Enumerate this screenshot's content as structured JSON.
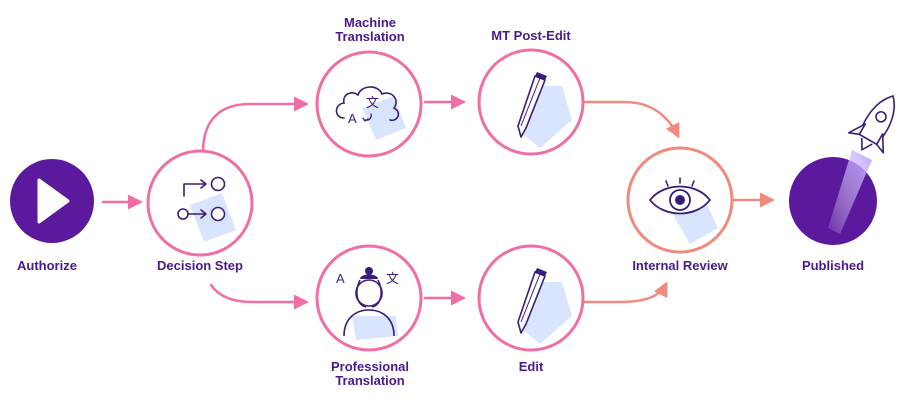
{
  "nodes": {
    "authorize": {
      "label": "Authorize",
      "icon": "play-icon"
    },
    "decision": {
      "label": "Decision Step",
      "icon": "branch-flow-icon"
    },
    "machine_translation": {
      "label": "Machine\nTranslation",
      "icon": "cloud-translate-icon"
    },
    "mt_post_edit": {
      "label": "MT Post-Edit",
      "icon": "pencil-icon"
    },
    "professional_translation": {
      "label": "Professional\nTranslation",
      "icon": "translator-person-icon"
    },
    "edit": {
      "label": "Edit",
      "icon": "pencil-icon"
    },
    "internal_review": {
      "label": "Internal Review",
      "icon": "eye-icon"
    },
    "published": {
      "label": "Published",
      "icon": "rocket-icon"
    }
  },
  "colors": {
    "purple": "#5b1a9e",
    "pink": "#ef6fa5",
    "salmon": "#f08a7d",
    "shadow": "#d9e4ff",
    "ink": "#3a1d7a"
  }
}
